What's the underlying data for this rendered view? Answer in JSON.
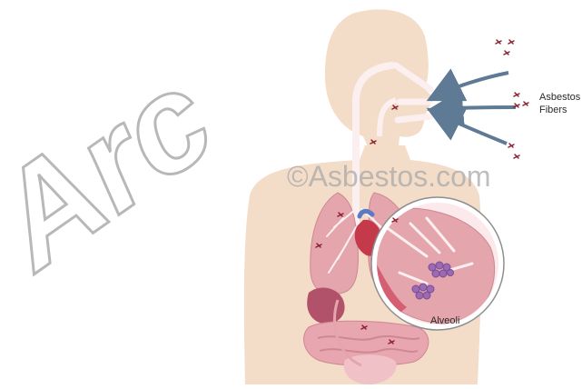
{
  "diagram": {
    "label_fibers_line1": "Asbestos",
    "label_fibers_line2": "Fibers",
    "label_alveoli": "Alveoli",
    "watermark_center": "©Asbestos.com",
    "watermark_corner": "Arc"
  },
  "colors": {
    "body_skin": "#f3dcc8",
    "lung": "#e4a5ac",
    "lung_shadow": "#cf8790",
    "airway": "#fbeff0",
    "heart": "#c43a4b",
    "stomach": "#b2526a",
    "intestine": "#e8a6b0",
    "bladder": "#f0c2c8",
    "arrow": "#5f7a94",
    "fiber": "#8a1f2f",
    "label_text": "#2a2a2a",
    "watermark": "#a9a9a9"
  }
}
